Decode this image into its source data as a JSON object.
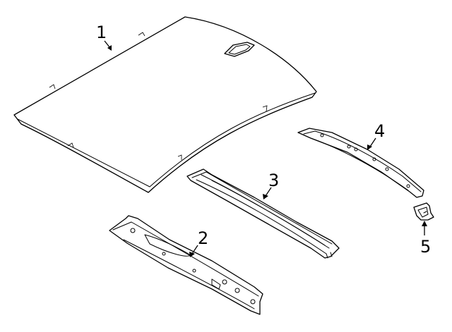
{
  "parts": [
    {
      "id": "roof-panel",
      "label": "1"
    },
    {
      "id": "front-header",
      "label": "2"
    },
    {
      "id": "roof-bow",
      "label": "3"
    },
    {
      "id": "rear-header",
      "label": "4"
    },
    {
      "id": "bracket",
      "label": "5"
    }
  ]
}
